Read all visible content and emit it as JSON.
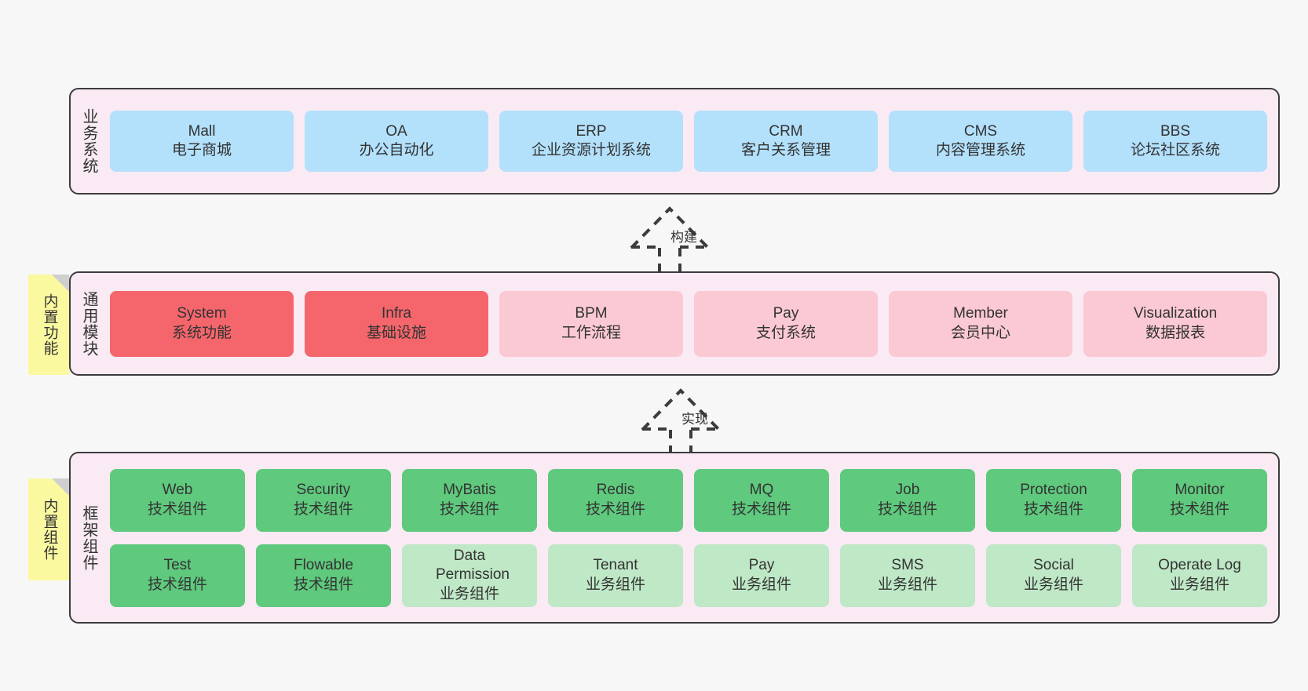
{
  "diagram": {
    "background_color": "#f7f7f7",
    "layer_fill": "#f9eaf4",
    "layer_border": "#3c3c3c",
    "note_color": "#fbf9a0"
  },
  "layers": [
    {
      "id": "business-systems",
      "title": "业务系统",
      "card_color": "#b3e0fb",
      "cards": [
        {
          "en": "Mall",
          "cn": "电子商城"
        },
        {
          "en": "OA",
          "cn": "办公自动化"
        },
        {
          "en": "ERP",
          "cn": "企业资源计划系统"
        },
        {
          "en": "CRM",
          "cn": "客户关系管理"
        },
        {
          "en": "CMS",
          "cn": "内容管理系统"
        },
        {
          "en": "BBS",
          "cn": "论坛社区系统"
        }
      ]
    },
    {
      "id": "common-modules",
      "title": "通用模块",
      "note": "内置功能",
      "card_color_primary": "#f4666c",
      "card_color_secondary": "#fbc9d3",
      "cards": [
        {
          "en": "System",
          "cn": "系统功能",
          "style": "red"
        },
        {
          "en": "Infra",
          "cn": "基础设施",
          "style": "red"
        },
        {
          "en": "BPM",
          "cn": "工作流程",
          "style": "pink"
        },
        {
          "en": "Pay",
          "cn": "支付系统",
          "style": "pink"
        },
        {
          "en": "Member",
          "cn": "会员中心",
          "style": "pink"
        },
        {
          "en": "Visualization",
          "cn": "数据报表",
          "style": "pink"
        }
      ]
    },
    {
      "id": "framework-components",
      "title": "框架组件",
      "note": "内置组件",
      "card_color_tech": "#5fc97d",
      "card_color_business": "#bfe8c6",
      "rows": [
        [
          {
            "en": "Web",
            "cn": "技术组件",
            "style": "green"
          },
          {
            "en": "Security",
            "cn": "技术组件",
            "style": "green"
          },
          {
            "en": "MyBatis",
            "cn": "技术组件",
            "style": "green"
          },
          {
            "en": "Redis",
            "cn": "技术组件",
            "style": "green"
          },
          {
            "en": "MQ",
            "cn": "技术组件",
            "style": "green"
          },
          {
            "en": "Job",
            "cn": "技术组件",
            "style": "green"
          },
          {
            "en": "Protection",
            "cn": "技术组件",
            "style": "green"
          },
          {
            "en": "Monitor",
            "cn": "技术组件",
            "style": "green"
          }
        ],
        [
          {
            "en": "Test",
            "cn": "技术组件",
            "style": "green"
          },
          {
            "en": "Flowable",
            "cn": "技术组件",
            "style": "green"
          },
          {
            "en": "Data Permission",
            "cn": "业务组件",
            "style": "greenlight"
          },
          {
            "en": "Tenant",
            "cn": "业务组件",
            "style": "greenlight"
          },
          {
            "en": "Pay",
            "cn": "业务组件",
            "style": "greenlight"
          },
          {
            "en": "SMS",
            "cn": "业务组件",
            "style": "greenlight"
          },
          {
            "en": "Social",
            "cn": "业务组件",
            "style": "greenlight"
          },
          {
            "en": "Operate Log",
            "cn": "业务组件",
            "style": "greenlight"
          }
        ]
      ]
    }
  ],
  "connectors": [
    {
      "id": "build",
      "label": "构建",
      "from": "common-modules",
      "to": "business-systems"
    },
    {
      "id": "implement",
      "label": "实现",
      "from": "framework-components",
      "to": "common-modules"
    }
  ]
}
